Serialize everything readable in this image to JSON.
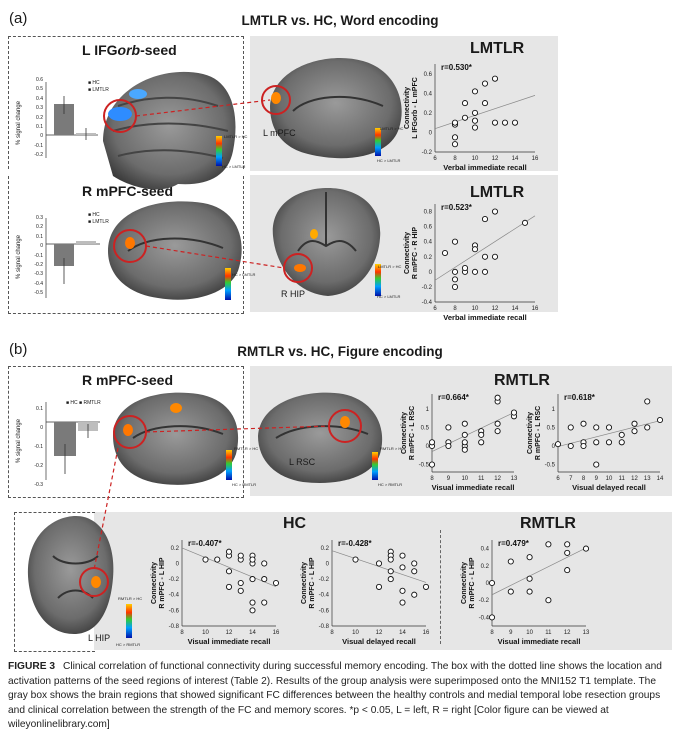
{
  "panel_a": {
    "label": "(a)",
    "title": "LMTLR vs. HC, Word encoding",
    "seed1": {
      "title_prefix": "L IFG",
      "title_italic": "orb",
      "title_suffix": "-seed",
      "bar_ylabel": "% signal change",
      "legend": [
        "HC",
        "LMTLR"
      ],
      "yticks": [
        "0.6",
        "0.5",
        "0.4",
        "0.3",
        "0.2",
        "0.1",
        "0",
        "-0.1",
        "-0.2"
      ],
      "bars": {
        "HC": 0.32,
        "LMTLR": 0.02
      },
      "region_label": "L mPFC",
      "colorbar_top": "LMTLR > HC",
      "colorbar_bottom": "HC > LMTLR",
      "colorbar_ticks": [
        "4.8",
        "3.6",
        "-3.6",
        "-4.8"
      ],
      "colorbar_ticks2": [
        "4.8",
        "3.4",
        "-3.4",
        "-5.3"
      ]
    },
    "seed2": {
      "title": "R mPFC-seed",
      "bar_ylabel": "% signal change",
      "legend": [
        "HC",
        "LMTLR"
      ],
      "yticks": [
        "0.3",
        "0.2",
        "0.1",
        "0",
        "-0.1",
        "-0.2",
        "-0.3",
        "-0.4",
        "-0.5"
      ],
      "bars": {
        "HC": -0.22,
        "LMTLR": 0.03
      },
      "region_label": "R HIP",
      "colorbar_top": "LMTLR > HC",
      "colorbar_bottom": "HC > LMTLR",
      "colorbar_ticks": [
        "3.8",
        "3.4",
        "-3.4",
        "-3.8"
      ],
      "colorbar_ticks2": [
        "2.9",
        "2.5",
        "-2.5",
        "-2.9"
      ]
    },
    "plot1": {
      "title": "LMTLR",
      "r": "r=0.530*",
      "ylabel1": "Connectivity",
      "ylabel2": "L IFGorb - L mPFC",
      "xlabel": "Verbal immediate recall",
      "xticks": [
        "6",
        "8",
        "10",
        "12",
        "14",
        "16"
      ],
      "yticks": [
        "0.6",
        "0.4",
        "0.2",
        "0",
        "-0.2"
      ]
    },
    "plot2": {
      "title": "LMTLR",
      "r": "r=0.523*",
      "ylabel1": "Connectivity",
      "ylabel2": "R mPFC - R HIP",
      "xlabel": "Verbal immediate recall",
      "xticks": [
        "6",
        "8",
        "10",
        "12",
        "14",
        "16"
      ],
      "yticks": [
        "0.8",
        "0.6",
        "0.4",
        "0.2",
        "0",
        "-0.2",
        "-0.4"
      ]
    }
  },
  "panel_b": {
    "label": "(b)",
    "title": "RMTLR vs. HC, Figure encoding",
    "seed": {
      "title": "R mPFC-seed",
      "bar_ylabel": "% signal change",
      "legend": [
        "HC",
        "RMTLR"
      ],
      "yticks": [
        "0.1",
        "0",
        "-0.1",
        "-0.2",
        "-0.3"
      ],
      "bars": {
        "HC": -0.2,
        "RMTLR": -0.05
      },
      "region_label": "L RSC",
      "colorbar_top": "RMTLR > HC",
      "colorbar_bottom": "HC > RMTLR",
      "colorbar_ticks": [
        "3.8",
        "3.4",
        "-3.4",
        "-4.3"
      ],
      "colorbar_ticks2": [
        "4.3",
        "3.3",
        "-3.3",
        "-3.6"
      ]
    },
    "rmtlr_title": "RMTLR",
    "plot3": {
      "r": "r=0.664*",
      "ylabel1": "Connectivity",
      "ylabel2": "R mPFC - L RSC",
      "xlabel": "Visual immediate recall",
      "xticks": [
        "8",
        "9",
        "10",
        "11",
        "12",
        "13"
      ],
      "yticks": [
        "1",
        "0.5",
        "0",
        "-0.5"
      ]
    },
    "plot4": {
      "r": "r=0.618*",
      "ylabel1": "Connectivity",
      "ylabel2": "R mPFC - L RSC",
      "xlabel": "Visual delayed recall",
      "xticks": [
        "6",
        "7",
        "8",
        "9",
        "10",
        "11",
        "12",
        "13",
        "14"
      ],
      "yticks": [
        "1",
        "0.5",
        "0",
        "-0.5"
      ]
    },
    "hip_region_label": "L HIP",
    "hip_colorbar_top": "RMTLR > HC",
    "hip_colorbar_bottom": "HC > RMTLR",
    "hip_colorbar_ticks": [
      "4.3",
      "3.3",
      "-3.3",
      "-2.1"
    ],
    "hc_title": "HC",
    "rmtlr2_title": "RMTLR",
    "plot5": {
      "r": "r=-0.407*",
      "ylabel1": "Connectivity",
      "ylabel2": "R mPFC - L HIP",
      "xlabel": "Visual immediate recall",
      "xticks": [
        "8",
        "10",
        "12",
        "14",
        "16"
      ],
      "yticks": [
        "0.2",
        "0",
        "-0.2",
        "-0.4",
        "-0.6",
        "-0.8"
      ]
    },
    "plot6": {
      "r": "r=-0.428*",
      "ylabel1": "Connectivity",
      "ylabel2": "R mPFC - L HIP",
      "xlabel": "Visual delayed recall",
      "xticks": [
        "8",
        "10",
        "12",
        "14",
        "16"
      ],
      "yticks": [
        "0.2",
        "0",
        "-0.2",
        "-0.4",
        "-0.6",
        "-0.8"
      ]
    },
    "plot7": {
      "r": "r=0.479*",
      "ylabel1": "Connectivity",
      "ylabel2": "R mPFC - L HIP",
      "xlabel": "Visual immediate recall",
      "xticks": [
        "8",
        "9",
        "10",
        "11",
        "12",
        "13"
      ],
      "yticks": [
        "0.4",
        "0.2",
        "0",
        "-0.2",
        "-0.4"
      ]
    }
  },
  "caption": {
    "label": "FIGURE 3",
    "text": "Clinical correlation of functional connectivity during successful memory encoding. The box with the dotted line shows the location and activation patterns of the seed regions of interest (Table 2). Results of the group analysis were superimposed onto the MNI152 T1 template. The gray box shows the brain regions that showed significant FC differences between the healthy controls and medial temporal lobe resection groups and clinical correlation between the strength of the FC and memory scores. *p < 0.05, L = left, R = right [Color figure can be viewed at wileyonlinelibrary.com]"
  },
  "chart_data": [
    {
      "type": "scatter",
      "title": "LMTLR",
      "xlabel": "Verbal immediate recall",
      "ylabel": "Connectivity L IFGorb - L mPFC",
      "r": "r=0.530*",
      "xlim": [
        6,
        16
      ],
      "ylim": [
        -0.2,
        0.7
      ],
      "points": [
        [
          8,
          0.08
        ],
        [
          8,
          -0.05
        ],
        [
          8,
          -0.12
        ],
        [
          9,
          0.15
        ],
        [
          9,
          0.3
        ],
        [
          10,
          0.05
        ],
        [
          10,
          0.2
        ],
        [
          10,
          0.12
        ],
        [
          10,
          0.42
        ],
        [
          11,
          0.3
        ],
        [
          11,
          0.5
        ],
        [
          12,
          0.55
        ],
        [
          12,
          0.1
        ],
        [
          13,
          0.1
        ],
        [
          14,
          0.1
        ],
        [
          8,
          0.1
        ]
      ]
    },
    {
      "type": "scatter",
      "title": "LMTLR",
      "xlabel": "Verbal immediate recall",
      "ylabel": "Connectivity R mPFC - R HIP",
      "r": "r=0.523*",
      "xlim": [
        6,
        16
      ],
      "ylim": [
        -0.4,
        0.9
      ],
      "points": [
        [
          7,
          0.25
        ],
        [
          8,
          0.4
        ],
        [
          8,
          -0.1
        ],
        [
          8,
          -0.2
        ],
        [
          8,
          0.0
        ],
        [
          9,
          0.0
        ],
        [
          9,
          0.05
        ],
        [
          10,
          0.35
        ],
        [
          10,
          0.3
        ],
        [
          10,
          0.0
        ],
        [
          11,
          0.0
        ],
        [
          11,
          0.7
        ],
        [
          11,
          0.2
        ],
        [
          12,
          0.2
        ],
        [
          12,
          0.8
        ],
        [
          15,
          0.65
        ]
      ]
    },
    {
      "type": "scatter",
      "title": "RMTLR",
      "xlabel": "Visual immediate recall",
      "ylabel": "Connectivity R mPFC - L RSC",
      "r": "r=0.664*",
      "xlim": [
        8,
        13
      ],
      "ylim": [
        -0.7,
        1.4
      ],
      "points": [
        [
          8,
          0.0
        ],
        [
          8,
          -0.5
        ],
        [
          8,
          0.1
        ],
        [
          9,
          0.5
        ],
        [
          9,
          0.1
        ],
        [
          9,
          0.0
        ],
        [
          10,
          0.6
        ],
        [
          10,
          0.0
        ],
        [
          10,
          0.1
        ],
        [
          10,
          -0.1
        ],
        [
          10,
          0.3
        ],
        [
          11,
          0.4
        ],
        [
          11,
          0.3
        ],
        [
          11,
          0.1
        ],
        [
          12,
          1.2
        ],
        [
          12,
          0.4
        ],
        [
          12,
          0.6
        ],
        [
          13,
          0.8
        ],
        [
          13,
          0.9
        ],
        [
          12,
          1.3
        ]
      ]
    },
    {
      "type": "scatter",
      "title": "RMTLR",
      "xlabel": "Visual delayed recall",
      "ylabel": "Connectivity R mPFC - L RSC",
      "r": "r=0.618*",
      "xlim": [
        6,
        14
      ],
      "ylim": [
        -0.7,
        1.4
      ],
      "points": [
        [
          6,
          0.05
        ],
        [
          7,
          0.0
        ],
        [
          7,
          0.5
        ],
        [
          8,
          0.1
        ],
        [
          8,
          0.6
        ],
        [
          8,
          0.0
        ],
        [
          9,
          0.5
        ],
        [
          9,
          0.1
        ],
        [
          9,
          -0.5
        ],
        [
          10,
          0.1
        ],
        [
          10,
          0.5
        ],
        [
          11,
          0.3
        ],
        [
          11,
          0.1
        ],
        [
          12,
          0.4
        ],
        [
          12,
          0.6
        ],
        [
          13,
          1.2
        ],
        [
          13,
          0.5
        ],
        [
          14,
          0.7
        ]
      ]
    },
    {
      "type": "scatter",
      "title": "HC",
      "xlabel": "Visual immediate recall",
      "ylabel": "Connectivity R mPFC - L HIP",
      "r": "r=-0.407*",
      "xlim": [
        8,
        16
      ],
      "ylim": [
        -0.8,
        0.3
      ],
      "points": [
        [
          10,
          0.05
        ],
        [
          11,
          0.05
        ],
        [
          12,
          -0.1
        ],
        [
          12,
          0.1
        ],
        [
          12,
          0.15
        ],
        [
          12,
          -0.3
        ],
        [
          13,
          0.05
        ],
        [
          13,
          -0.25
        ],
        [
          13,
          -0.35
        ],
        [
          14,
          0.0
        ],
        [
          14,
          -0.2
        ],
        [
          14,
          0.1
        ],
        [
          14,
          -0.6
        ],
        [
          14,
          -0.5
        ],
        [
          15,
          -0.5
        ],
        [
          15,
          -0.2
        ],
        [
          15,
          0.0
        ],
        [
          16,
          -0.25
        ],
        [
          13,
          0.1
        ],
        [
          14,
          0.05
        ]
      ]
    },
    {
      "type": "scatter",
      "title": "HC",
      "xlabel": "Visual delayed recall",
      "ylabel": "Connectivity R mPFC - L HIP",
      "r": "r=-0.428*",
      "xlim": [
        8,
        16
      ],
      "ylim": [
        -0.8,
        0.3
      ],
      "points": [
        [
          10,
          0.05
        ],
        [
          12,
          0.0
        ],
        [
          12,
          -0.3
        ],
        [
          13,
          0.15
        ],
        [
          13,
          0.1
        ],
        [
          13,
          0.05
        ],
        [
          13,
          -0.1
        ],
        [
          13,
          -0.2
        ],
        [
          14,
          0.1
        ],
        [
          14,
          -0.05
        ],
        [
          14,
          -0.35
        ],
        [
          15,
          0.0
        ],
        [
          15,
          -0.1
        ],
        [
          15,
          -0.4
        ],
        [
          16,
          -0.3
        ],
        [
          14,
          -0.5
        ]
      ]
    },
    {
      "type": "scatter",
      "title": "RMTLR",
      "xlabel": "Visual immediate recall",
      "ylabel": "Connectivity R mPFC - L HIP",
      "r": "r=0.479*",
      "xlim": [
        8,
        13
      ],
      "ylim": [
        -0.5,
        0.5
      ],
      "points": [
        [
          8,
          -0.4
        ],
        [
          8,
          0.0
        ],
        [
          9,
          0.25
        ],
        [
          9,
          -0.1
        ],
        [
          10,
          0.3
        ],
        [
          10,
          0.05
        ],
        [
          10,
          -0.1
        ],
        [
          11,
          0.45
        ],
        [
          11,
          -0.2
        ],
        [
          12,
          0.45
        ],
        [
          12,
          0.15
        ],
        [
          12,
          0.35
        ],
        [
          13,
          0.4
        ]
      ]
    }
  ]
}
